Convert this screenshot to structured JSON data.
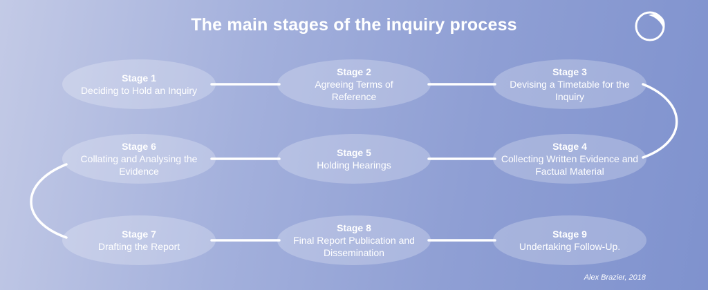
{
  "title": "The main stages of the inquiry process",
  "logo_icon": "crescent-circle-logo-icon",
  "stages": [
    {
      "name": "Stage 1",
      "desc": "Deciding to Hold an Inquiry"
    },
    {
      "name": "Stage 2",
      "desc": "Agreeing Terms of Reference"
    },
    {
      "name": "Stage 3",
      "desc": "Devising a Timetable for the Inquiry"
    },
    {
      "name": "Stage 4",
      "desc": "Collecting Written Evidence and Factual Material"
    },
    {
      "name": "Stage 5",
      "desc": "Holding Hearings"
    },
    {
      "name": "Stage 6",
      "desc": "Collating and Analysing the Evidence"
    },
    {
      "name": "Stage 7",
      "desc": "Drafting the Report"
    },
    {
      "name": "Stage 8",
      "desc": "Final Report Publication and Dissemination"
    },
    {
      "name": "Stage 9",
      "desc": "Undertaking Follow-Up."
    }
  ],
  "credit": "Alex Brazier, 2018",
  "colors": {
    "background_start": "#c3cae6",
    "background_end": "#7f92ce",
    "text": "#ffffff",
    "connector": "#ffffff"
  }
}
